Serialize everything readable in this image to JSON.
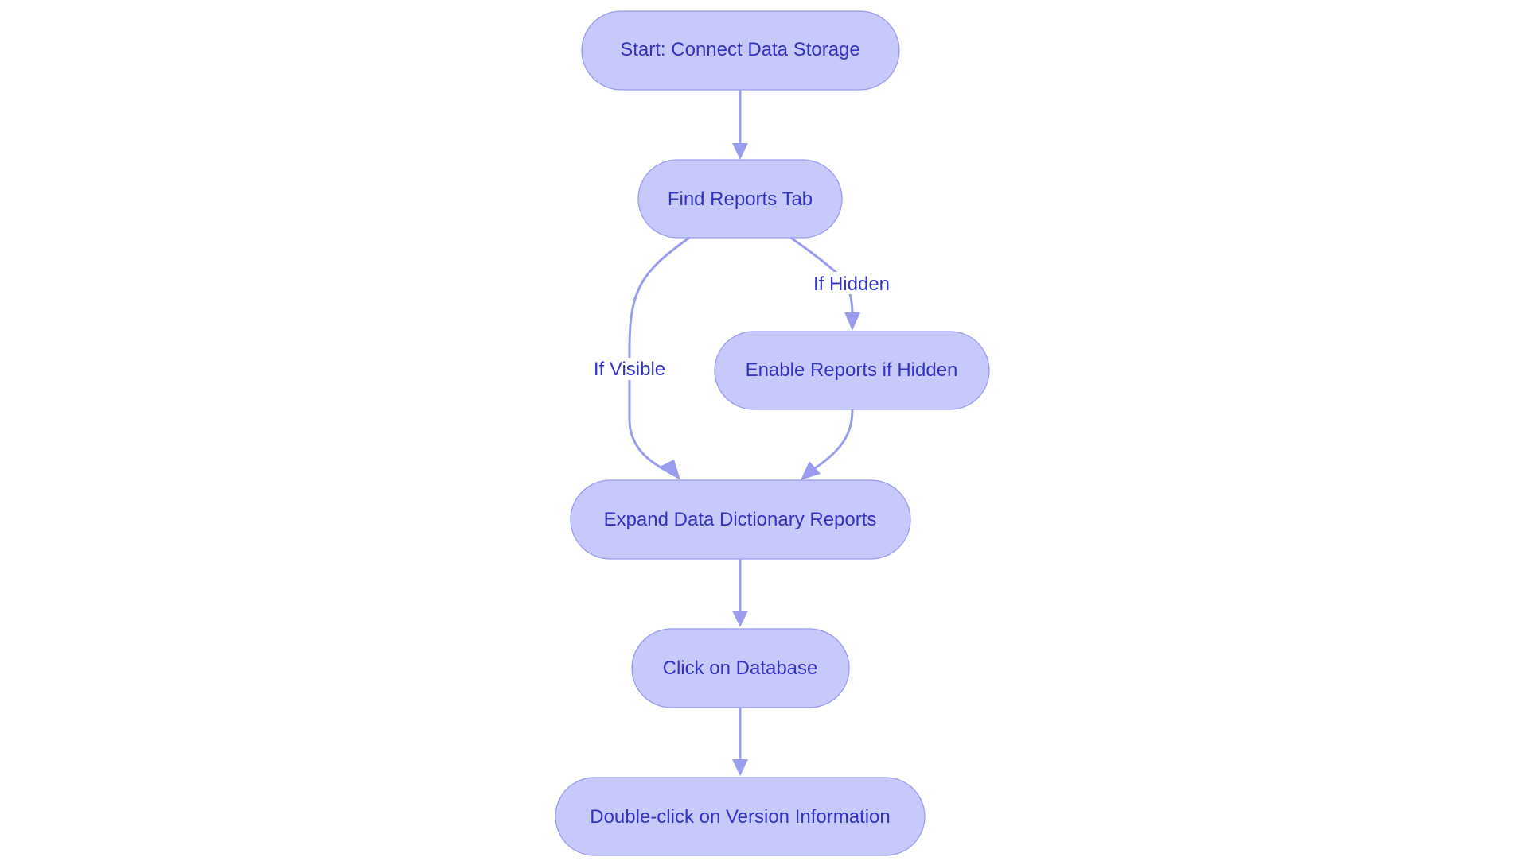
{
  "diagram": {
    "nodes": [
      {
        "id": "start",
        "label": "Start: Connect Data Storage"
      },
      {
        "id": "find",
        "label": "Find Reports Tab"
      },
      {
        "id": "enable",
        "label": "Enable Reports if Hidden"
      },
      {
        "id": "expand",
        "label": "Expand Data Dictionary Reports"
      },
      {
        "id": "click",
        "label": "Click on Database"
      },
      {
        "id": "dbl",
        "label": "Double-click on Version Information"
      }
    ],
    "edges": [
      {
        "from": "start",
        "to": "find",
        "label": ""
      },
      {
        "from": "find",
        "to": "enable",
        "label": "If Hidden"
      },
      {
        "from": "find",
        "to": "expand",
        "label": "If Visible"
      },
      {
        "from": "enable",
        "to": "expand",
        "label": ""
      },
      {
        "from": "expand",
        "to": "click",
        "label": ""
      },
      {
        "from": "click",
        "to": "dbl",
        "label": ""
      }
    ],
    "colors": {
      "node_fill": "#c8c9fb",
      "node_stroke": "#9a9cee",
      "text": "#3034c0",
      "edge": "#9a9cee",
      "background": "#ffffff"
    }
  }
}
